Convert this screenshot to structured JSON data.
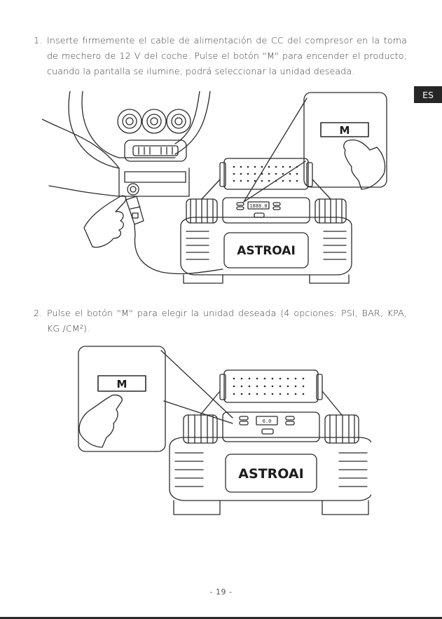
{
  "language_tab": "ES",
  "steps": [
    {
      "number": "1.",
      "text": "Inserte firmemente el cable de alimentación de CC del compresor en la toma de mechero de 12 V del coche. Pulse el botón \"M\" para encender el producto; cuando la pantalla se ilumine, podrá seleccionar la unidad deseada."
    },
    {
      "number": "2.",
      "text": "Pulse el botón \"M\" para elegir la unidad deseada (4 opciones: PSI, BAR, KPA, KG /CM²)."
    }
  ],
  "figures": [
    {
      "button_label": "M",
      "brand": "ASTROAI",
      "display": "1888.8"
    },
    {
      "button_label": "M",
      "brand": "ASTROAI",
      "display": "0.0"
    }
  ],
  "page_number": "- 19 -"
}
